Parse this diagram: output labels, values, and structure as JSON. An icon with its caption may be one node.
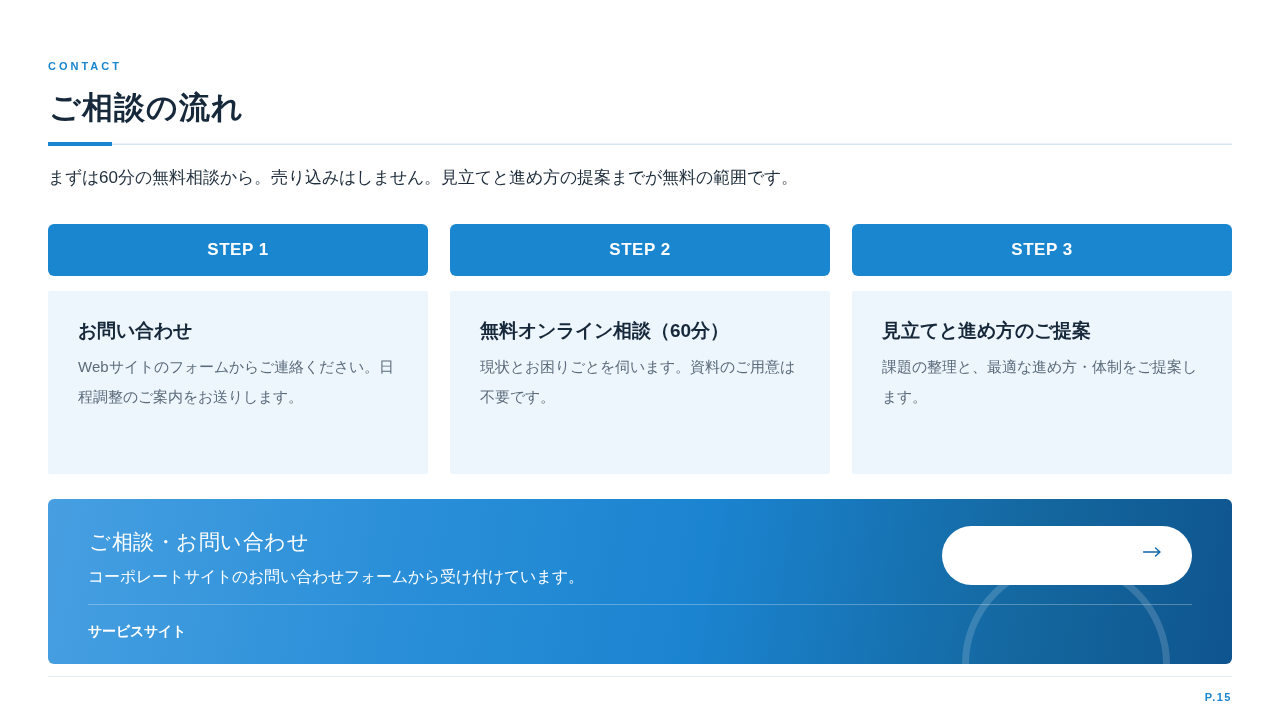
{
  "diagram": {
    "title": "ご相談の流れ",
    "nodes": [
      {
        "text": [
          "STEP 1"
        ]
      },
      {
        "text": [
          "お問い合わせ",
          "Webサイトのフォームからご連絡ください。日程調整のご案内をお送りします。"
        ]
      },
      {
        "text": [
          "STEP 2"
        ]
      },
      {
        "text": [
          "無料オンライン相談（60分）",
          "現状とお困りごとを伺います。資料のご用意は不要です。"
        ]
      },
      {
        "text": [
          "STEP 3"
        ]
      },
      {
        "text": [
          "見立てと進め方のご提案",
          "課題の整理と、最適な進め方・体制をご提案します。"
        ]
      },
      {
        "text": [
          "ご相談・お問い合わせ",
          "コーポレートサイトのお問い合わせフォームから受け付けています。",
          "サービスサイト"
        ]
      },
      {
        "text": [],
        "shape": "box",
        "in": 6
      }
    ],
    "labels": [
      "CONTACT",
      "まずは60分の無料相談から。売り込みはしません。見立てと進め方の提案までが無料の範囲です。",
      "P.15"
    ]
  }
}
